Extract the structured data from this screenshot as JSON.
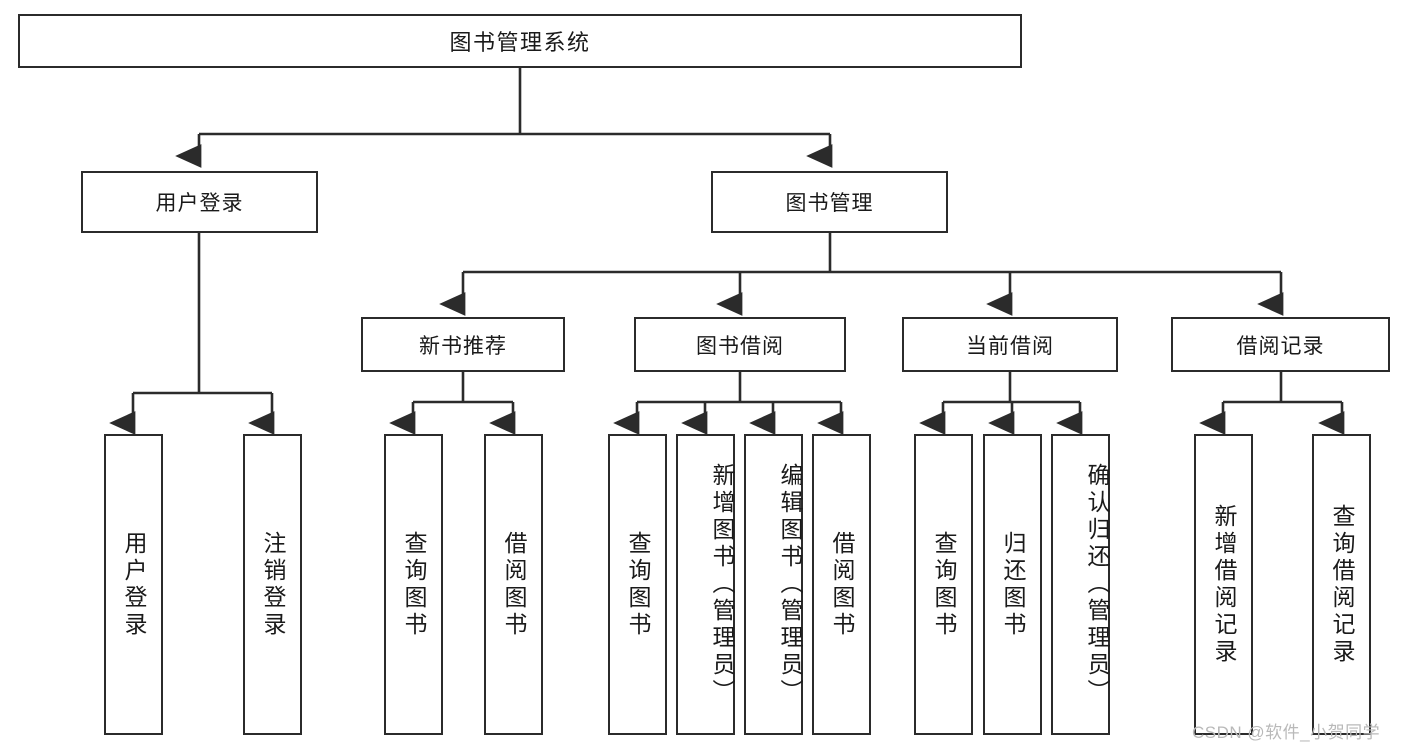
{
  "diagram": {
    "type": "tree-hierarchy",
    "title": "图书管理系统",
    "watermark": "CSDN @软件_小贺同学",
    "colors": {
      "box_border": "#2b2b2b",
      "box_fill": "#ffffff",
      "connector": "#2b2b2b",
      "text": "#1a1a1a",
      "watermark": "#b9b9b9"
    },
    "levels": {
      "root": {
        "label": "图书管理系统"
      },
      "level2": [
        {
          "label": "用户登录"
        },
        {
          "label": "图书管理"
        }
      ],
      "level3": [
        {
          "label": "新书推荐"
        },
        {
          "label": "图书借阅"
        },
        {
          "label": "当前借阅"
        },
        {
          "label": "借阅记录"
        }
      ],
      "leaves_user_login": [
        {
          "label": "用户登录"
        },
        {
          "label": "注销登录"
        }
      ],
      "leaves_new_book": [
        {
          "label": "查询图书"
        },
        {
          "label": "借阅图书"
        }
      ],
      "leaves_borrow": [
        {
          "label": "查询图书"
        },
        {
          "label": "新增图书（管理员）"
        },
        {
          "label": "编辑图书（管理员）"
        },
        {
          "label": "借阅图书"
        }
      ],
      "leaves_current": [
        {
          "label": "查询图书"
        },
        {
          "label": "归还图书"
        },
        {
          "label": "确认归还（管理员）"
        }
      ],
      "leaves_records": [
        {
          "label": "新增借阅记录"
        },
        {
          "label": "查询借阅记录"
        }
      ]
    }
  }
}
